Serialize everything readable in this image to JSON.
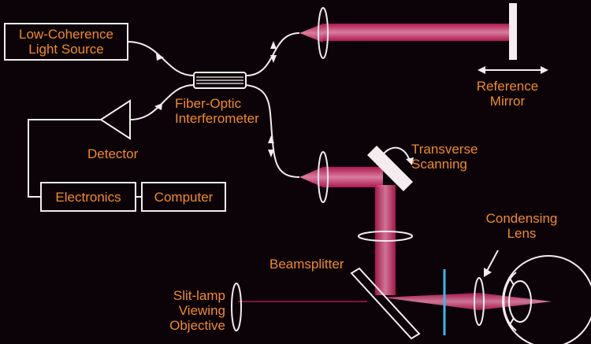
{
  "colors": {
    "background": "#0c0308",
    "outline": "#f4ecef",
    "label": "#f08a2a",
    "beam": "#e0306e",
    "beam_light": "#f2a0bf",
    "aperture": "#3ab8e6"
  },
  "boxes": {
    "light_source": "Low-Coherence\nLight Source",
    "electronics": "Electronics",
    "computer": "Computer"
  },
  "labels": {
    "reference_mirror": "Reference\nMirror",
    "fiber_optic_interferometer": "Fiber-Optic\nInterferometer",
    "detector": "Detector",
    "transverse_scanning": "Transverse\nScanning",
    "condensing_lens": "Condensing\nLens",
    "beamsplitter": "Beamsplitter",
    "slit_lamp_objective": "Slit-lamp\nViewing\nObjective"
  }
}
